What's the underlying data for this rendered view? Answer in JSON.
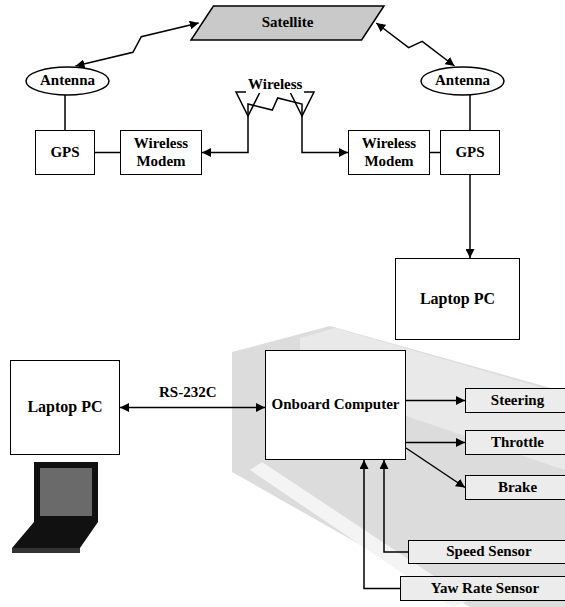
{
  "diagram": {
    "nodes": [
      {
        "text": [
          "Satellite"
        ]
      },
      {
        "text": [
          "Antenna"
        ]
      },
      {
        "text": [
          "Antenna"
        ]
      },
      {
        "text": [
          "GPS"
        ]
      },
      {
        "text": [
          "Wireless Modem"
        ]
      },
      {
        "text": [
          "Wireless Modem"
        ]
      },
      {
        "text": [
          "GPS"
        ]
      },
      {
        "text": [
          "Laptop PC"
        ]
      },
      {
        "text": [
          "Laptop PC"
        ]
      },
      {
        "text": [
          "Onboard Computer"
        ]
      },
      {
        "text": [
          "Steering"
        ]
      },
      {
        "text": [
          "Throttle"
        ]
      },
      {
        "text": [
          "Brake"
        ]
      },
      {
        "text": [
          "Speed Sensor"
        ]
      },
      {
        "text": [
          "Yaw Rate Sensor"
        ]
      }
    ],
    "edges": [
      {
        "from": 0,
        "to": 1,
        "arrow": "both"
      },
      {
        "from": 0,
        "to": 2,
        "arrow": "both"
      },
      {
        "from": 1,
        "to": 3,
        "arrow": "none"
      },
      {
        "from": 3,
        "to": 4,
        "arrow": "none"
      },
      {
        "from": 4,
        "to": 5,
        "label": "Wireless",
        "arrow": "both"
      },
      {
        "from": 5,
        "to": 6,
        "arrow": "none"
      },
      {
        "from": 2,
        "to": 6,
        "arrow": "none"
      },
      {
        "from": 6,
        "to": 7,
        "arrow": "to"
      },
      {
        "from": 8,
        "to": 9,
        "label": "RS-232C",
        "arrow": "both"
      },
      {
        "from": 9,
        "to": 10,
        "arrow": "to"
      },
      {
        "from": 9,
        "to": 11,
        "arrow": "to"
      },
      {
        "from": 9,
        "to": 12,
        "arrow": "to"
      },
      {
        "from": 13,
        "to": 9,
        "arrow": "to"
      },
      {
        "from": 14,
        "to": 9,
        "arrow": "to"
      }
    ]
  }
}
